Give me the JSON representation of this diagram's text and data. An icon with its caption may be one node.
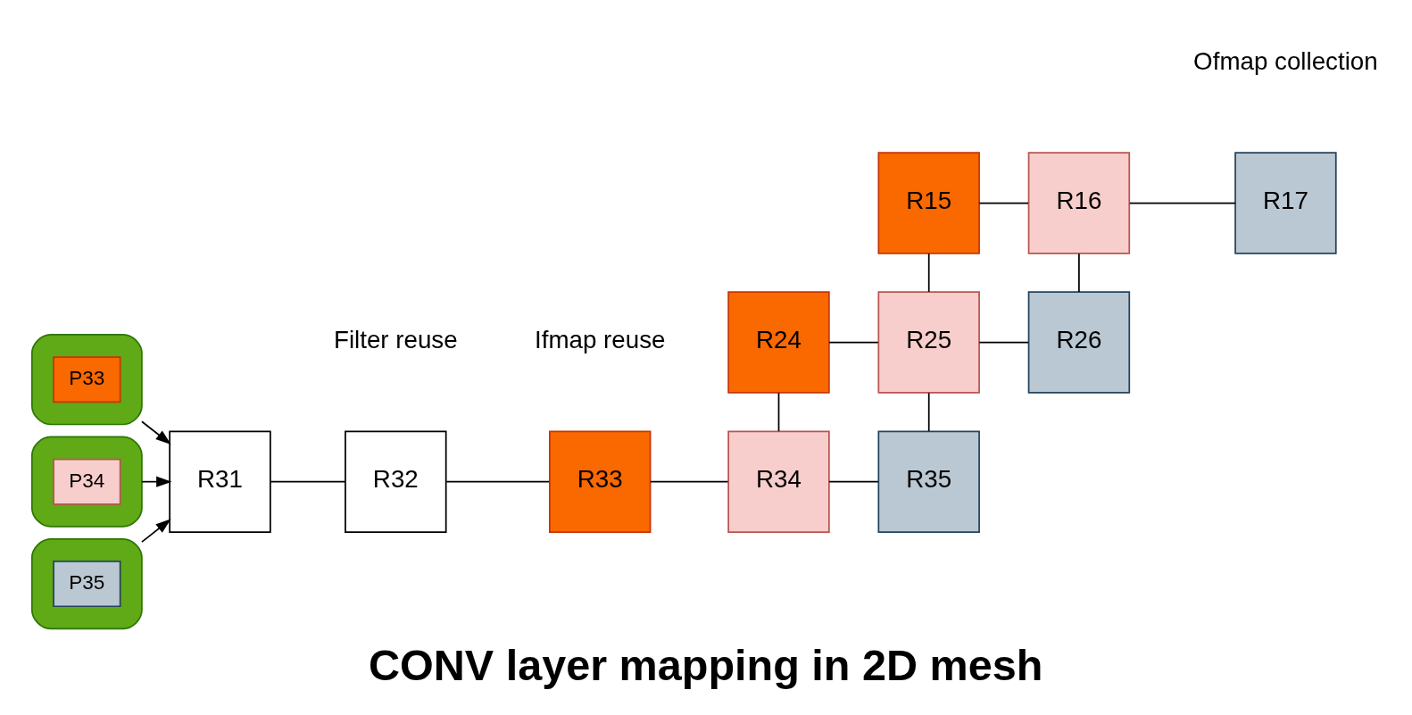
{
  "diagram": {
    "title": "CONV layer mapping in 2D mesh",
    "nodes": [
      {
        "text": [],
        "shape": "box"
      },
      {
        "text": [
          "P33"
        ],
        "in": 0
      },
      {
        "text": [],
        "shape": "box"
      },
      {
        "text": [
          "P34"
        ],
        "in": 2
      },
      {
        "text": [],
        "shape": "box"
      },
      {
        "text": [
          "P35"
        ],
        "in": 4
      },
      {
        "text": [
          "R15"
        ]
      },
      {
        "text": [
          "R16"
        ]
      },
      {
        "text": [
          "R17"
        ]
      },
      {
        "text": [
          "R24"
        ]
      },
      {
        "text": [
          "R25"
        ]
      },
      {
        "text": [
          "R26"
        ]
      },
      {
        "text": [
          "R31"
        ]
      },
      {
        "text": [
          "R32"
        ]
      },
      {
        "text": [
          "R33"
        ]
      },
      {
        "text": [
          "R34"
        ]
      },
      {
        "text": [
          "R35"
        ]
      }
    ],
    "edges": [
      {
        "from": 0,
        "to": 12,
        "arrow": "to"
      },
      {
        "from": 2,
        "to": 12,
        "arrow": "to"
      },
      {
        "from": 4,
        "to": 12,
        "arrow": "to"
      },
      {
        "from": 6,
        "to": 7,
        "arrow": "none"
      },
      {
        "from": 7,
        "to": 8,
        "arrow": "none"
      },
      {
        "from": 6,
        "to": 10,
        "arrow": "none"
      },
      {
        "from": 7,
        "to": 11,
        "arrow": "none"
      },
      {
        "from": 9,
        "to": 10,
        "arrow": "none"
      },
      {
        "from": 10,
        "to": 11,
        "arrow": "none"
      },
      {
        "from": 9,
        "to": 15,
        "arrow": "none"
      },
      {
        "from": 10,
        "to": 16,
        "arrow": "none"
      },
      {
        "from": 12,
        "to": 13,
        "arrow": "none"
      },
      {
        "from": 13,
        "to": 14,
        "arrow": "none"
      },
      {
        "from": 14,
        "to": 15,
        "arrow": "none"
      },
      {
        "from": 15,
        "to": 16,
        "arrow": "none"
      }
    ],
    "labels": [
      "Ifmap reuse",
      "Ofmap collection",
      "Filter reuse"
    ]
  }
}
